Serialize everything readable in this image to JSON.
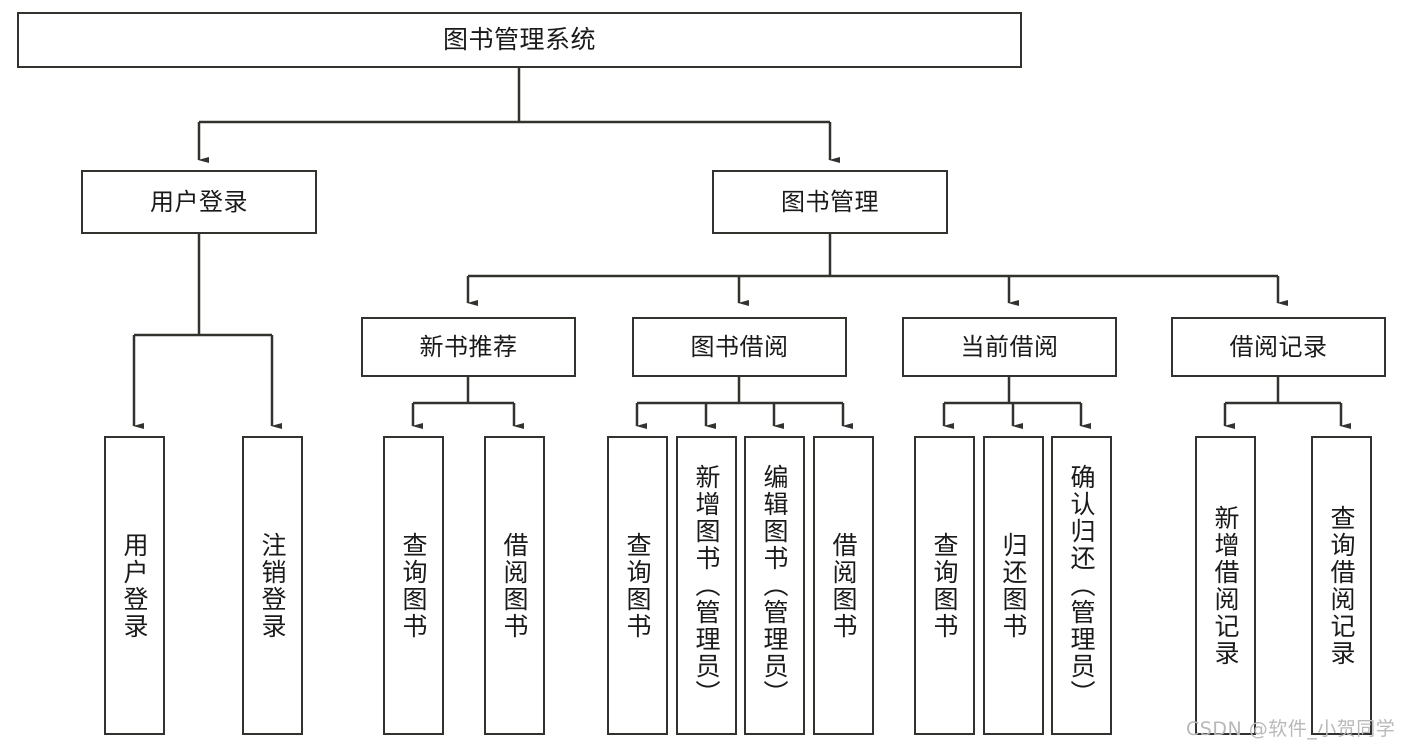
{
  "diagram": {
    "title": "图书管理系统",
    "watermark": "CSDN @软件_小贺同学",
    "colors": {
      "background": "#ffffff",
      "stroke": "#33322f",
      "text": "#1a1a1a",
      "watermark": "#b9b9b9"
    },
    "nodes": {
      "root": {
        "label": "图书管理系统"
      },
      "level2": [
        {
          "label": "用户登录"
        },
        {
          "label": "图书管理"
        }
      ],
      "level3": [
        {
          "label": "新书推荐"
        },
        {
          "label": "图书借阅"
        },
        {
          "label": "当前借阅"
        },
        {
          "label": "借阅记录"
        }
      ],
      "leaves": {
        "user_login": [
          {
            "label": "用户登录"
          },
          {
            "label": "注销登录"
          }
        ],
        "new_book": [
          {
            "label": "查询图书"
          },
          {
            "label": "借阅图书"
          }
        ],
        "book_borrow": [
          {
            "label": "查询图书"
          },
          {
            "label": "新增图书（管理员）"
          },
          {
            "label": "编辑图书（管理员）"
          },
          {
            "label": "借阅图书"
          }
        ],
        "current_borrow": [
          {
            "label": "查询图书"
          },
          {
            "label": "归还图书"
          },
          {
            "label": "确认归还（管理员）"
          }
        ],
        "borrow_record": [
          {
            "label": "新增借阅记录"
          },
          {
            "label": "查询借阅记录"
          }
        ]
      }
    }
  }
}
